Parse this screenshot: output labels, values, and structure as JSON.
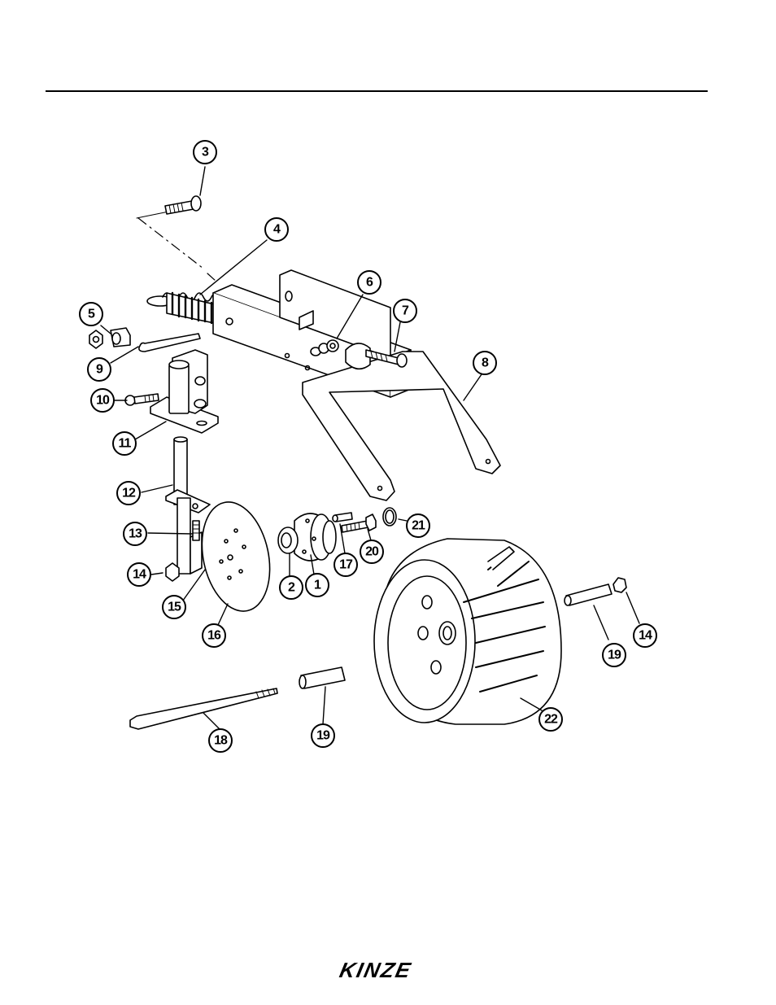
{
  "diagram": {
    "callouts": [
      "3",
      "4",
      "5",
      "6",
      "7",
      "8",
      "9",
      "10",
      "11",
      "12",
      "13",
      "14",
      "15",
      "16",
      "2",
      "1",
      "17",
      "20",
      "21",
      "14",
      "19",
      "22",
      "18",
      "19"
    ]
  },
  "footer": {
    "logo_text": "KINZE"
  },
  "colors": {
    "ink": "#000000",
    "paper": "#ffffff"
  }
}
